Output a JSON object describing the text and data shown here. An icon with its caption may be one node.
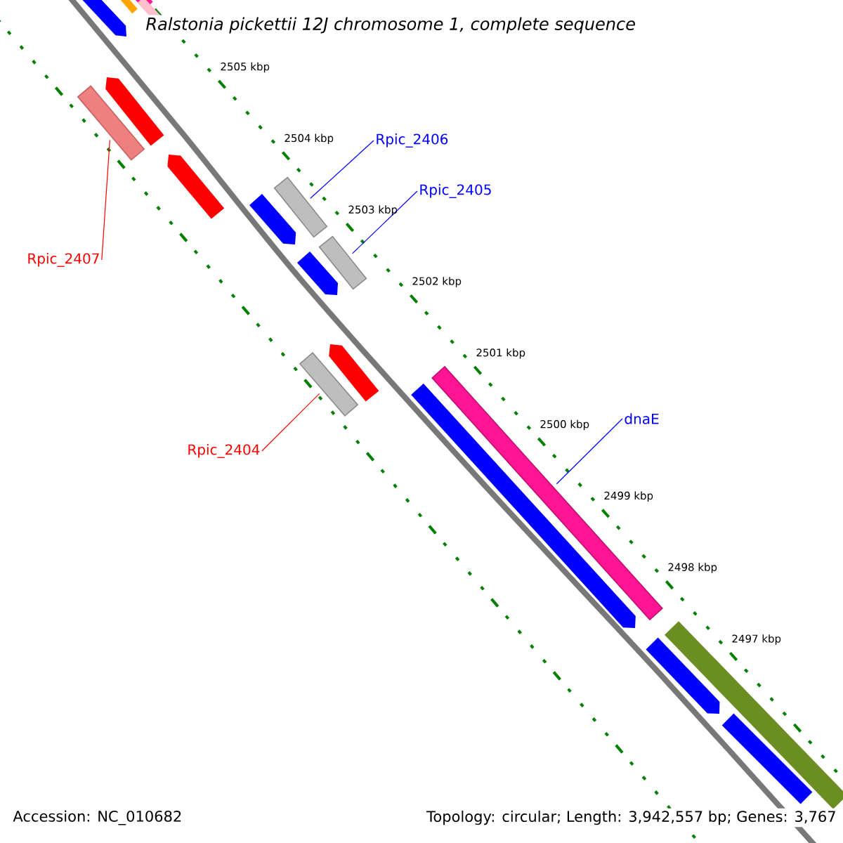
{
  "diagram": {
    "title": "Ralstonia pickettii 12J chromosome 1, complete sequence",
    "nodes": [
      {
        "text": [],
        "shape": "bar"
      },
      {
        "text": [
          "Rpic_2406"
        ]
      },
      {
        "text": [],
        "shape": "bar"
      },
      {
        "text": [
          "Rpic_2405"
        ]
      },
      {
        "text": [],
        "shape": "bar"
      },
      {
        "text": [
          "Rpic_2407"
        ]
      },
      {
        "text": [],
        "shape": "bar"
      },
      {
        "text": [
          "Rpic_2404"
        ]
      },
      {
        "text": [
          "dnaE"
        ]
      },
      {
        "text": [],
        "shape": "bar"
      }
    ],
    "edges": [
      {
        "from": 1,
        "to": 2,
        "arrow": "none"
      },
      {
        "from": 3,
        "to": 4,
        "arrow": "none"
      },
      {
        "from": 5,
        "to": 0,
        "arrow": "none",
        "color": "#ff0000"
      },
      {
        "from": 7,
        "to": 6,
        "arrow": "none",
        "color": "#ff0000"
      },
      {
        "from": 8,
        "to": 9,
        "arrow": "none"
      }
    ],
    "labels": [
      "2505 kbp",
      "2504 kbp",
      "2503 kbp",
      "2502 kbp",
      "2501 kbp",
      "2500 kbp",
      "2499 kbp",
      "2498 kbp",
      "2497 kbp",
      "Accession: NC_010682",
      "Topology: circular; Length: 3,942,557 bp; Genes: 3,767"
    ]
  }
}
